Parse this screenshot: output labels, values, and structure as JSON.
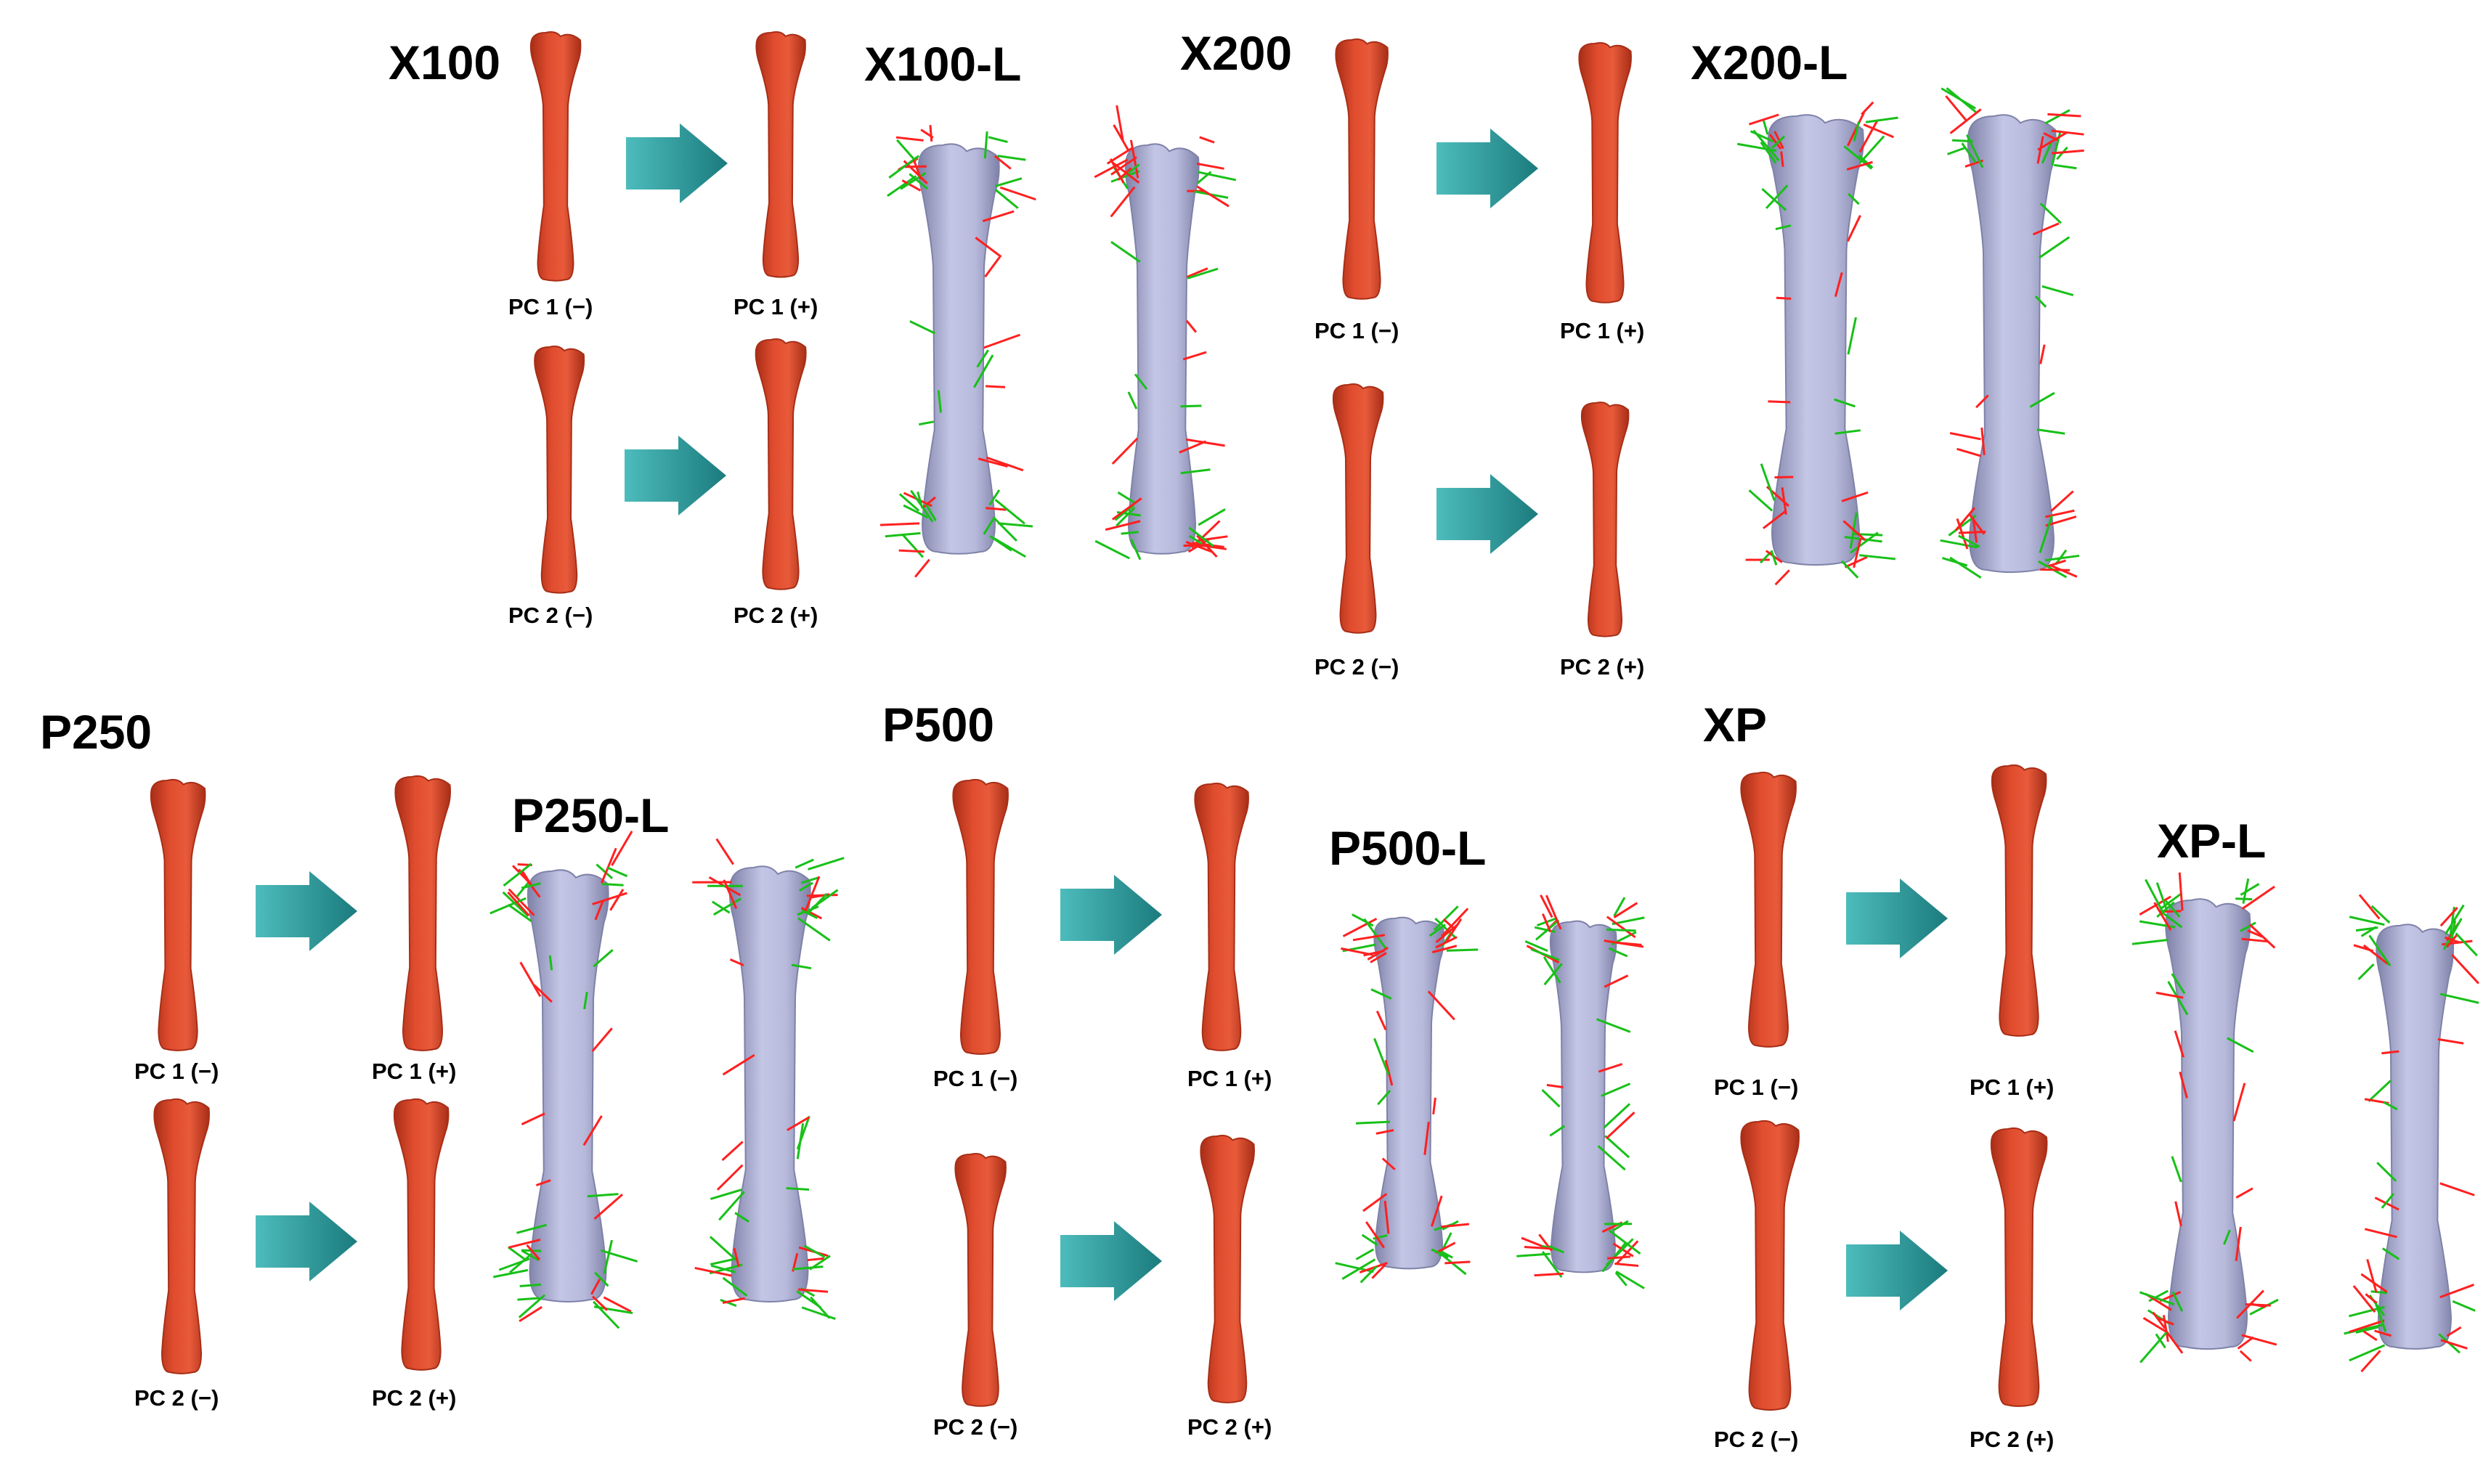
{
  "colors": {
    "bone_red": "#e04c2e",
    "bone_red_dark": "#a82e17",
    "bone_lavender": "#b8badc",
    "bone_lavender_dark": "#7f82a8",
    "arrow_teal": "#1b7b7d",
    "arrow_teal_light": "#4dbcbc",
    "vector_red": "#ff2020",
    "vector_green": "#18c018"
  },
  "panels": [
    {
      "id": "x100",
      "title": "X100",
      "landmark_title": "X100-L",
      "pc_labels": [
        "PC 1 (−)",
        "PC 1 (+)",
        "PC 2 (−)",
        "PC 2 (+)"
      ]
    },
    {
      "id": "x200",
      "title": "X200",
      "landmark_title": "X200-L",
      "pc_labels": [
        "PC 1 (−)",
        "PC 1 (+)",
        "PC 2 (−)",
        "PC 2 (+)"
      ]
    },
    {
      "id": "p250",
      "title": "P250",
      "landmark_title": "P250-L",
      "pc_labels": [
        "PC 1 (−)",
        "PC 1 (+)",
        "PC 2 (−)",
        "PC 2 (+)"
      ]
    },
    {
      "id": "p500",
      "title": "P500",
      "landmark_title": "P500-L",
      "pc_labels": [
        "PC 1 (−)",
        "PC 1 (+)",
        "PC 2 (−)",
        "PC 2 (+)"
      ]
    },
    {
      "id": "xp",
      "title": "XP",
      "landmark_title": "XP-L",
      "pc_labels": [
        "PC 1 (−)",
        "PC 1 (+)",
        "PC 2 (−)",
        "PC 2 (+)"
      ]
    }
  ]
}
